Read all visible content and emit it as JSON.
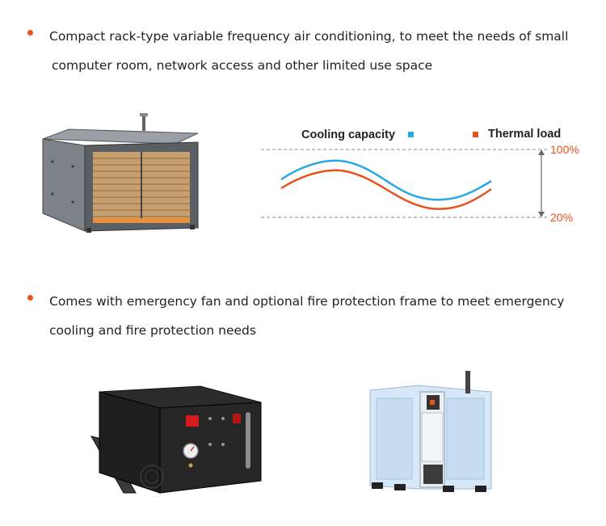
{
  "section1": {
    "line1": "Compact rack-type variable frequency air conditioning, to meet the needs of small",
    "line2": "computer room, network access and other limited use space"
  },
  "section2": {
    "line1": "Comes with emergency fan and optional fire protection frame to meet emergency",
    "line2": "cooling and fire protection needs"
  },
  "chart": {
    "legend_cooling": "Cooling capacity",
    "legend_thermal": "Thermal load",
    "label_high": "100%",
    "label_low": "20%"
  },
  "colors": {
    "bullet": "#e8521c",
    "cooling": "#29a9e1",
    "thermal": "#e8521c",
    "dashed": "#888888"
  }
}
